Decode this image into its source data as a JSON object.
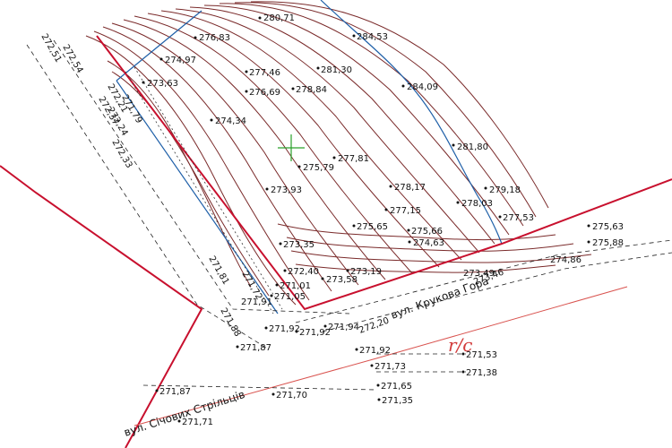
{
  "streets": {
    "sichovykh": "вул. Січових Стрільців",
    "krukova": "вул. Крукова Гора"
  },
  "red_mark": "r/c",
  "elevations": [
    {
      "id": "e1",
      "text": "280,71"
    },
    {
      "id": "e2",
      "text": "276,83"
    },
    {
      "id": "e3",
      "text": "284,53"
    },
    {
      "id": "e4",
      "text": "274,97"
    },
    {
      "id": "e5",
      "text": "277,46"
    },
    {
      "id": "e6",
      "text": "281,30"
    },
    {
      "id": "e7",
      "text": "273,63"
    },
    {
      "id": "e8",
      "text": "276,69"
    },
    {
      "id": "e9",
      "text": "278,84"
    },
    {
      "id": "e10",
      "text": "284,09"
    },
    {
      "id": "e11",
      "text": "272,21"
    },
    {
      "id": "e12",
      "text": "271,79"
    },
    {
      "id": "e13",
      "text": "272,37"
    },
    {
      "id": "e14",
      "text": "272,24"
    },
    {
      "id": "e15",
      "text": "274,34"
    },
    {
      "id": "e16",
      "text": "272,33"
    },
    {
      "id": "e17",
      "text": "281,80"
    },
    {
      "id": "e18",
      "text": "277,81"
    },
    {
      "id": "e19",
      "text": "275,79"
    },
    {
      "id": "e20",
      "text": "278,17"
    },
    {
      "id": "e21",
      "text": "279,18"
    },
    {
      "id": "e22",
      "text": "273,93"
    },
    {
      "id": "e23",
      "text": "278,03"
    },
    {
      "id": "e24",
      "text": "277,15"
    },
    {
      "id": "e25",
      "text": "277,53"
    },
    {
      "id": "e26",
      "text": "275,65"
    },
    {
      "id": "e27",
      "text": "275,66"
    },
    {
      "id": "e28",
      "text": "275,63"
    },
    {
      "id": "e29",
      "text": "274,63"
    },
    {
      "id": "e30",
      "text": "275,88"
    },
    {
      "id": "e31",
      "text": "273,35"
    },
    {
      "id": "e32",
      "text": "274,86"
    },
    {
      "id": "e33",
      "text": "271,81"
    },
    {
      "id": "e34",
      "text": "272,40"
    },
    {
      "id": "e35",
      "text": "273,19"
    },
    {
      "id": "e36",
      "text": "273,49"
    },
    {
      "id": "e37",
      "text": "273,58"
    },
    {
      "id": "e38",
      "text": "273,46"
    },
    {
      "id": "e39",
      "text": "271,72"
    },
    {
      "id": "e40",
      "text": "271,01"
    },
    {
      "id": "e41",
      "text": "271,05"
    },
    {
      "id": "e42",
      "text": "271,91"
    },
    {
      "id": "e43",
      "text": "271,88"
    },
    {
      "id": "e44",
      "text": "271,92"
    },
    {
      "id": "e45",
      "text": "271,92"
    },
    {
      "id": "e46",
      "text": "271,94"
    },
    {
      "id": "e47",
      "text": "272,20"
    },
    {
      "id": "e48",
      "text": "271,87"
    },
    {
      "id": "e49",
      "text": "271,92"
    },
    {
      "id": "e50",
      "text": "271,53"
    },
    {
      "id": "e51",
      "text": "271,73"
    },
    {
      "id": "e52",
      "text": "271,38"
    },
    {
      "id": "e53",
      "text": "271,65"
    },
    {
      "id": "e54",
      "text": "271,87"
    },
    {
      "id": "e55",
      "text": "271,70"
    },
    {
      "id": "e56",
      "text": "271,35"
    },
    {
      "id": "e57",
      "text": "271,71"
    },
    {
      "id": "e58",
      "text": "272,51"
    },
    {
      "id": "e59",
      "text": "272,54"
    }
  ]
}
